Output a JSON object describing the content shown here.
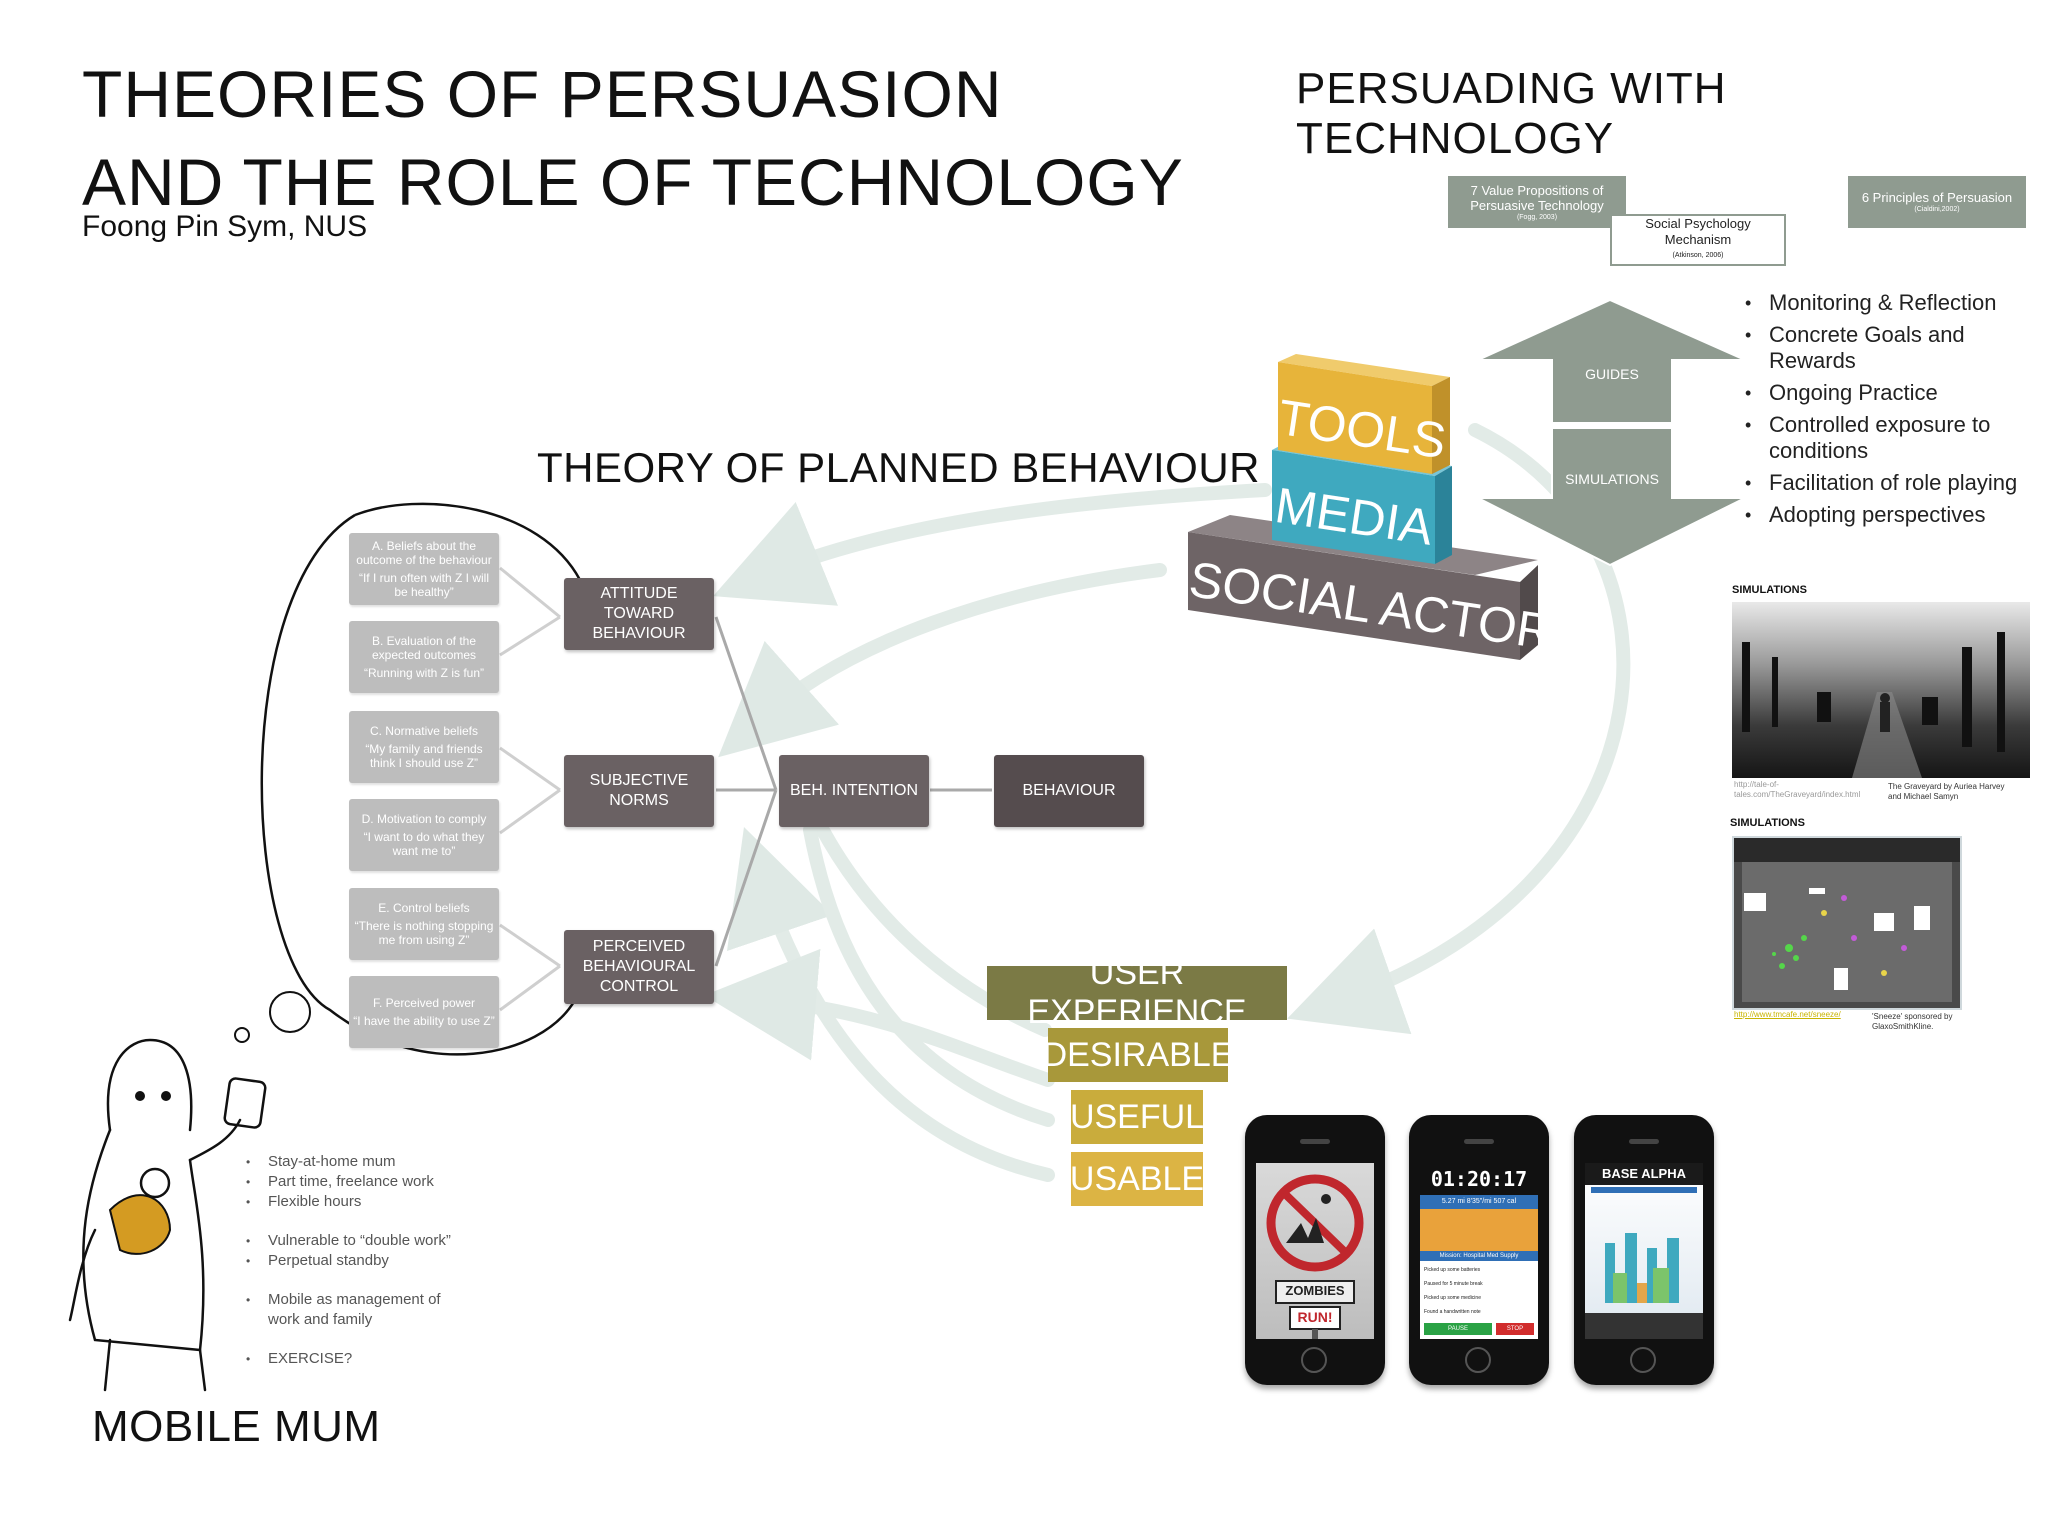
{
  "header": {
    "title_line1": "THEORIES OF PERSUASION",
    "title_line2": "AND THE ROLE OF TECHNOLOGY",
    "author": "Foong Pin Sym, NUS",
    "right_title": "PERSUADING WITH TECHNOLOGY"
  },
  "persuasion_frameworks": {
    "value_props": "7 Value Propositions of Persuasive Technology",
    "value_props_cite": "(Fogg, 2003)",
    "mechanism": "Social Psychology Mechanism",
    "mechanism_cite": "(Atkinson, 2006)",
    "principles": "6 Principles of Persuasion",
    "principles_cite": "(Cialdini,2002)"
  },
  "triad": {
    "tools": "TOOLS",
    "media": "MEDIA",
    "social_actors": "SOCIAL ACTORS",
    "colors": {
      "tools": "#e7b43a",
      "media": "#3fa9bf",
      "social": "#6e6466"
    }
  },
  "arrows": {
    "guides": "GUIDES",
    "simulations": "SIMULATIONS"
  },
  "simulation_bullets": [
    "Monitoring & Reflection",
    "Concrete Goals and Rewards",
    "Ongoing Practice",
    "Controlled exposure to conditions",
    "Facilitation of role playing",
    "Adopting perspectives"
  ],
  "simulations_panel": [
    {
      "label": "SIMULATIONS",
      "link": "http://tale-of-tales.com/TheGraveyard/index.html",
      "caption": "The Graveyard by Auriea Harvey and Michael Samyn"
    },
    {
      "label": "SIMULATIONS",
      "link": "http://www.tmcafe.net/sneeze/",
      "caption": "'Sneeze' sponsored by GlaxoSmithKline."
    }
  ],
  "tpb": {
    "title": "THEORY OF PLANNED BEHAVIOUR",
    "beliefs": [
      {
        "head": "A. Beliefs about the outcome of the behaviour",
        "quote": "“If I run often with Z I will be healthy”"
      },
      {
        "head": "B. Evaluation of the expected outcomes",
        "quote": "“Running with Z is fun”"
      },
      {
        "head": "C. Normative beliefs",
        "quote": "“My family and friends think I should use Z”"
      },
      {
        "head": "D. Motivation to comply",
        "quote": "“I want to do what they want me to”"
      },
      {
        "head": "E. Control beliefs",
        "quote": "“There is nothing stopping me from using Z”"
      },
      {
        "head": "F. Perceived power",
        "quote": "“I have the ability to use Z”"
      }
    ],
    "attitude": "ATTITUDE TOWARD BEHAVIOUR",
    "norms": "SUBJECTIVE NORMS",
    "pbc": "PERCEIVED BEHAVIOURAL CONTROL",
    "intention": "BEH. INTENTION",
    "behaviour": "BEHAVIOUR"
  },
  "ux": {
    "items": [
      "USER EXPERIENCE",
      "DESIRABLE",
      "USEFUL",
      "USABLE"
    ],
    "colors": [
      "#7b7a45",
      "#a8983a",
      "#c9ac3c",
      "#dcb444"
    ]
  },
  "phones": {
    "zombies_line1": "ZOMBIES",
    "zombies_line2": "RUN!",
    "timer": "01:20:17",
    "timer_stats": "5.27 mi   8'35\"/mi   507 cal",
    "mission": "Mission: Hospital Med Supply",
    "mission_rows": [
      "Picked up some batteries",
      "Paused for 5 minute break",
      "Picked up some medicine",
      "Found a handwritten note"
    ],
    "pause": "PAUSE",
    "stop": "STOP",
    "base": "BASE ALPHA"
  },
  "mobile_mum": {
    "title": "MOBILE MUM",
    "list": [
      {
        "text": "Stay-at-home mum",
        "gap": false
      },
      {
        "text": "Part time, freelance work",
        "gap": false
      },
      {
        "text": "Flexible hours",
        "gap": false
      },
      {
        "text": "Vulnerable to “double work”",
        "gap": true
      },
      {
        "text": "Perpetual standby",
        "gap": false
      },
      {
        "text": "Mobile as management of work and family",
        "gap": true
      },
      {
        "text": "EXERCISE?",
        "gap": true
      }
    ]
  }
}
